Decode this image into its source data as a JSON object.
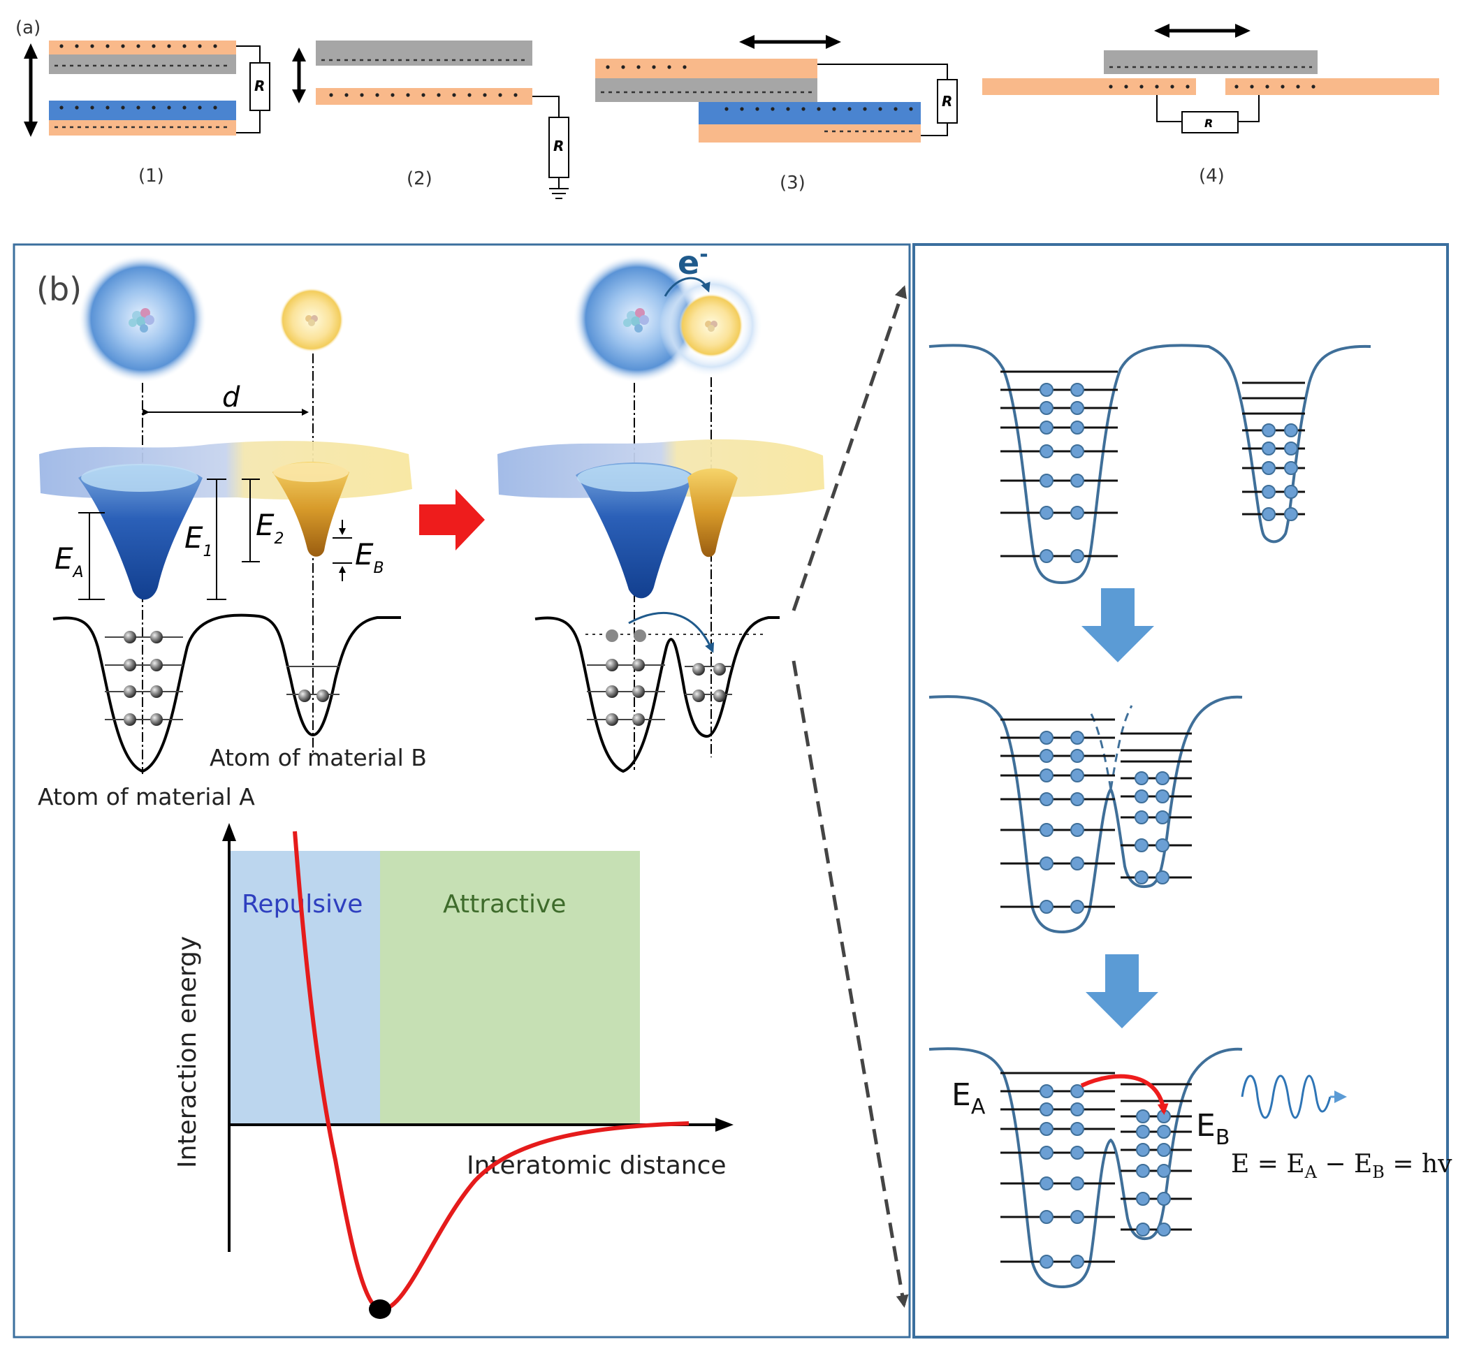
{
  "panel_a": {
    "label": "(a)",
    "resistor_label": "R",
    "modes": [
      {
        "caption": "(1)"
      },
      {
        "caption": "(2)"
      },
      {
        "caption": "(3)"
      },
      {
        "caption": "(4)"
      }
    ]
  },
  "panel_b": {
    "label": "(b)",
    "electron_label": "e",
    "electron_charge": "-",
    "distance_label": "d",
    "energy_labels": {
      "ea_main": "E",
      "ea_sub": "A",
      "e1_main": "E",
      "e1_sub": "1",
      "e2_main": "E",
      "e2_sub": "2",
      "eb_main": "E",
      "eb_sub": "B"
    },
    "atom_a_label": "Atom of material A",
    "atom_b_label": "Atom of material B",
    "potential_chart": {
      "repulsive_label": "Repulsive",
      "attractive_label": "Attractive",
      "ylabel": "Interaction energy",
      "xlabel": "Interatomic distance"
    },
    "right_panel": {
      "ea_main": "E",
      "ea_sub": "A",
      "eb_main": "E",
      "eb_sub": "B",
      "equation": "E = E",
      "equation_sub_a": "A",
      "equation_mid": " − E",
      "equation_sub_b": "B",
      "equation_end": " = hv"
    }
  },
  "colors": {
    "orange_layer": "#f9b98a",
    "gray_layer": "#a6a6a6",
    "blue_layer": "#4a84d0",
    "panel_border": "#3b6f9e",
    "well_stroke": "#3f6f99",
    "electron_fill": "#6b9fd4",
    "flow_arrow": "#5b9bd5",
    "red_arrow": "#ee1c1c",
    "repulsive_bg": "#bcd6ee",
    "attractive_bg": "#c6e0b4",
    "curve": "#e51b1b"
  }
}
